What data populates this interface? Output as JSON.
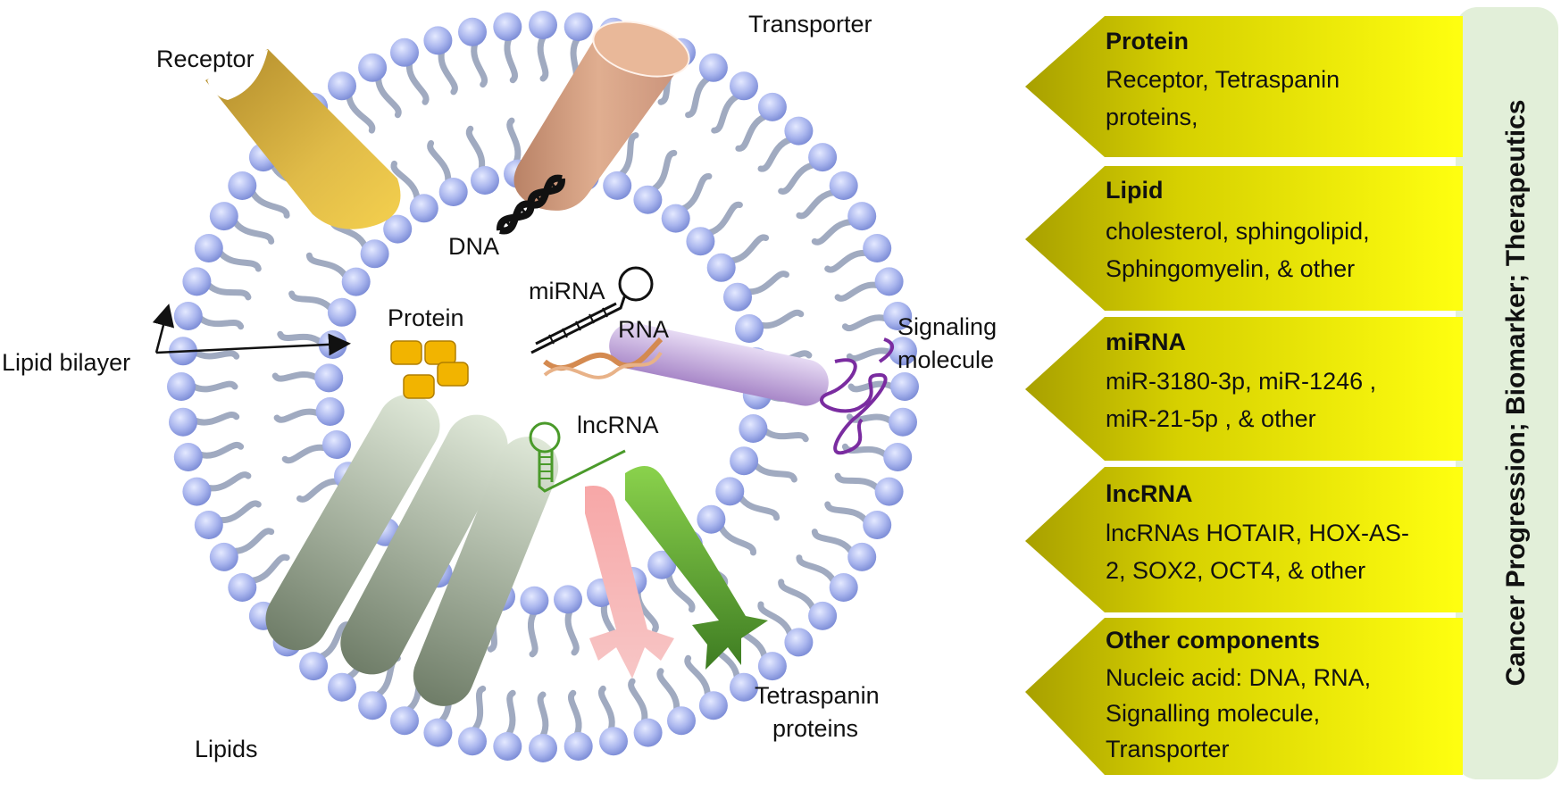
{
  "labels": {
    "receptor": "Receptor",
    "transporter": "Transporter",
    "dna": "DNA",
    "mirna": "miRNA",
    "protein": "Protein",
    "rna": "RNA",
    "lncrna": "lncRNA",
    "signaling_line1": "Signaling",
    "signaling_line2": "molecule",
    "lipid_bilayer": "Lipid bilayer",
    "lipids": "Lipids",
    "tetraspanin_line1": "Tetraspanin",
    "tetraspanin_line2": "proteins"
  },
  "panels": [
    {
      "title": "Protein",
      "lines": [
        "Receptor, Tetraspanin",
        "proteins,"
      ]
    },
    {
      "title": "Lipid",
      "lines": [
        "cholesterol, sphingolipid,",
        "Sphingomyelin, & other"
      ]
    },
    {
      "title": "miRNA",
      "lines": [
        "miR-3180-3p, miR-1246 ,",
        "miR-21-5p , & other"
      ]
    },
    {
      "title": "lncRNA",
      "lines": [
        "lncRNAs HOTAIR, HOX-AS-",
        "2, SOX2, OCT4, & other"
      ]
    },
    {
      "title": "Other components",
      "lines": [
        "Nucleic acid: DNA, RNA,",
        "Signalling molecule,",
        "Transporter"
      ]
    }
  ],
  "side_label": "Cancer Progression; Biomarker; Therapeutics",
  "colors": {
    "lipid_head": "#aab6ee",
    "lipid_tail": "#8f9bb5",
    "panel_yellow": "#f4f000",
    "panel_olive": "#b7b000",
    "side_bar": "#e2efd9",
    "receptor": "#d9b23a",
    "transporter": "#d4a184",
    "signaling": "#c3a9dc",
    "protein_block": "#f2b400",
    "lncrna_line": "#4a9a2a",
    "tetraspanin_pink": "#f49a9a",
    "tetraspanin_green": "#55a832",
    "lipid_rod": "#a9b7a0"
  }
}
